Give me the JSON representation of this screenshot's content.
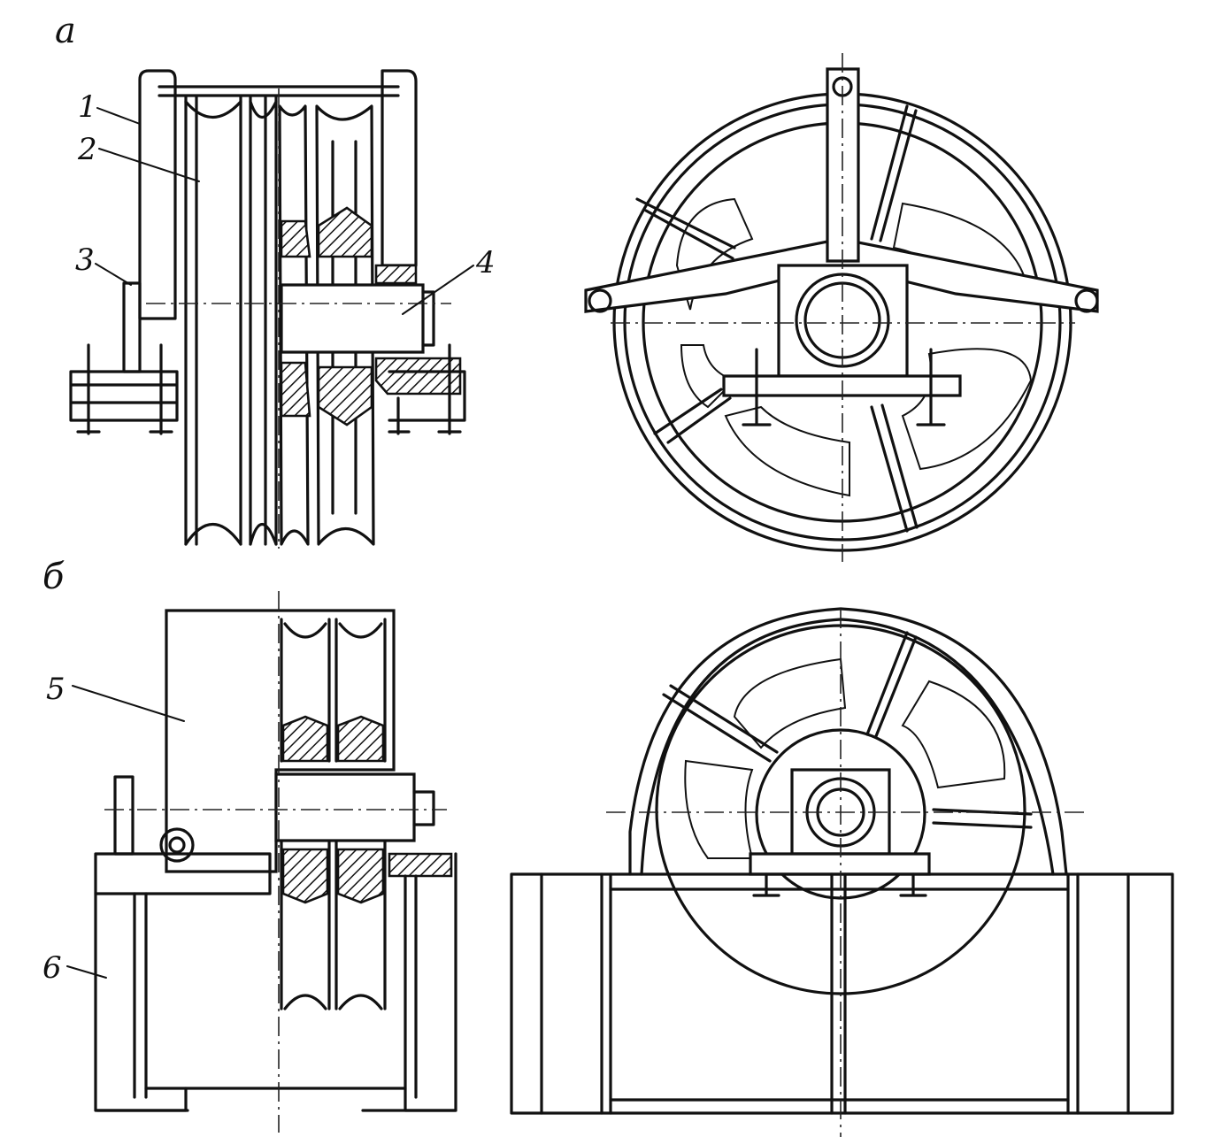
{
  "figure": {
    "section_a_label": "а",
    "section_b_label": "б",
    "callouts": [
      {
        "number": "1"
      },
      {
        "number": "2"
      },
      {
        "number": "3"
      },
      {
        "number": "4"
      },
      {
        "number": "5"
      },
      {
        "number": "6"
      }
    ]
  },
  "colors": {
    "ink": "#111111",
    "paper": "#ffffff"
  }
}
